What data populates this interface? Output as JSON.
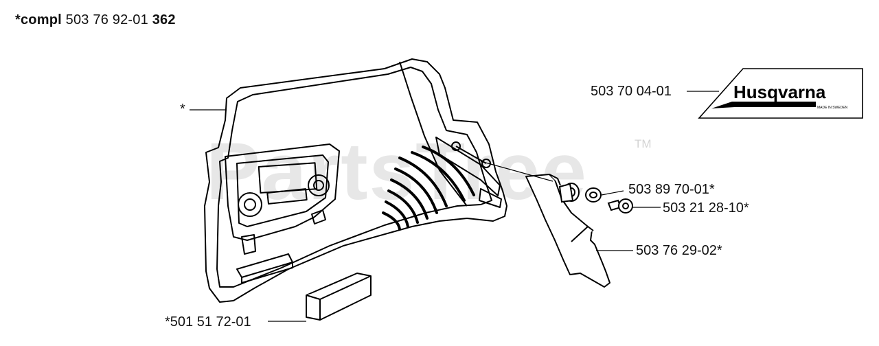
{
  "header": {
    "prefix": "*compl",
    "number": "503 76 92-01",
    "model": "362"
  },
  "watermark": {
    "text": "PartsTree",
    "tm": "TM"
  },
  "logo": {
    "brand": "Husqvarna",
    "small": "MADE IN SWEDEN"
  },
  "callouts": [
    {
      "id": "c1",
      "text": "503 70 04-01"
    },
    {
      "id": "c2",
      "text": "*"
    },
    {
      "id": "c3",
      "text": "503 89 70-01*"
    },
    {
      "id": "c4",
      "text": "503 21 28-10*"
    },
    {
      "id": "c5",
      "text": "503 76 29-02*"
    },
    {
      "id": "c6",
      "text": "*501 51 72-01"
    }
  ]
}
